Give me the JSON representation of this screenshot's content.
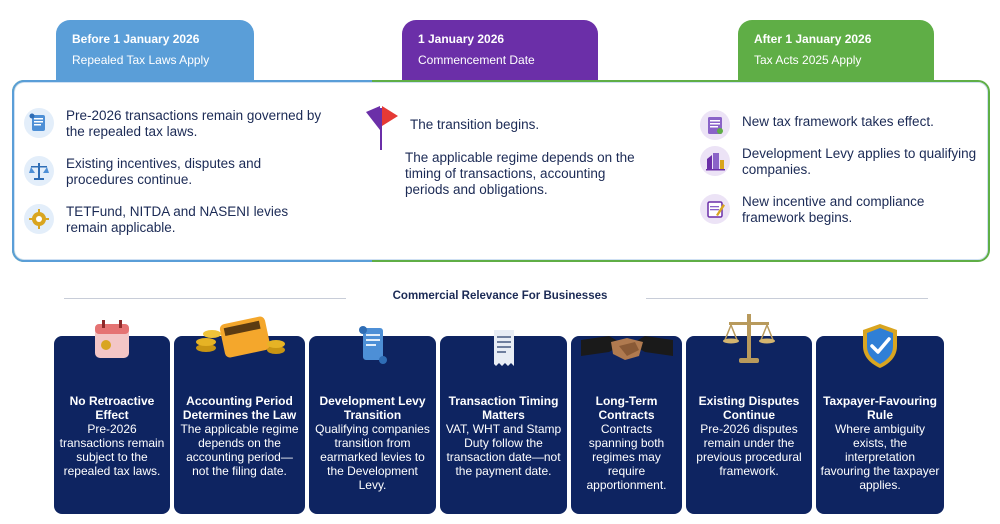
{
  "tabs": {
    "before": {
      "title": "Before 1 January 2026",
      "subtitle": "Repealed Tax Laws Apply"
    },
    "commencement": {
      "title": "1 January 2026",
      "subtitle": "Commencement Date"
    },
    "after": {
      "title": "After 1 January 2026",
      "subtitle": "Tax Acts 2025 Apply"
    }
  },
  "left_column": [
    {
      "icon": "scroll-icon",
      "text": "Pre-2026 transactions remain governed by the repealed tax laws."
    },
    {
      "icon": "scales-icon",
      "text": "Existing incentives, disputes and procedures continue."
    },
    {
      "icon": "gear-icon",
      "text": "TETFund, NITDA and NASENI levies remain applicable."
    }
  ],
  "middle_column": {
    "icon": "flag-icon",
    "heading": "The transition begins.",
    "body": "The applicable regime depends on the timing of transactions, accounting periods and obligations."
  },
  "right_column": [
    {
      "icon": "document-icon",
      "text": "New tax framework takes effect."
    },
    {
      "icon": "building-icon",
      "text": "Development Levy applies to qualifying companies."
    },
    {
      "icon": "notepad-icon",
      "text": "New incentive and compliance framework begins."
    }
  ],
  "section_title": "Commercial Relevance For Businesses",
  "cards": [
    {
      "icon": "calendar-icon",
      "title": "No Retroactive Effect",
      "body": "Pre-2026 transactions remain subject to the repealed tax laws."
    },
    {
      "icon": "calculator-coins-icon",
      "title": "Accounting Period Determines the Law",
      "body": "The applicable regime depends on the accounting period—not the filing date."
    },
    {
      "icon": "scroll-icon",
      "title": "Development Levy Transition",
      "body": "Qualifying companies transition from earmarked levies to the Development Levy."
    },
    {
      "icon": "receipt-icon",
      "title": "Transaction Timing Matters",
      "body": "VAT, WHT and Stamp Duty follow the transaction date—not the payment date."
    },
    {
      "icon": "handshake-icon",
      "title": "Long-Term Contracts",
      "body": "Contracts spanning both regimes may require apportionment."
    },
    {
      "icon": "scales-icon",
      "title": "Existing Disputes Continue",
      "body": "Pre-2026 disputes remain under the previous procedural framework."
    },
    {
      "icon": "shield-check-icon",
      "title": "Taxpayer-Favouring Rule",
      "body": "Where ambiguity exists, the interpretation favouring the taxpayer applies."
    }
  ],
  "colors": {
    "before": "#5a9ed8",
    "commencement": "#6b2fa8",
    "after": "#5fae46",
    "card_bg": "#0e2461",
    "text": "#1b2a55"
  }
}
